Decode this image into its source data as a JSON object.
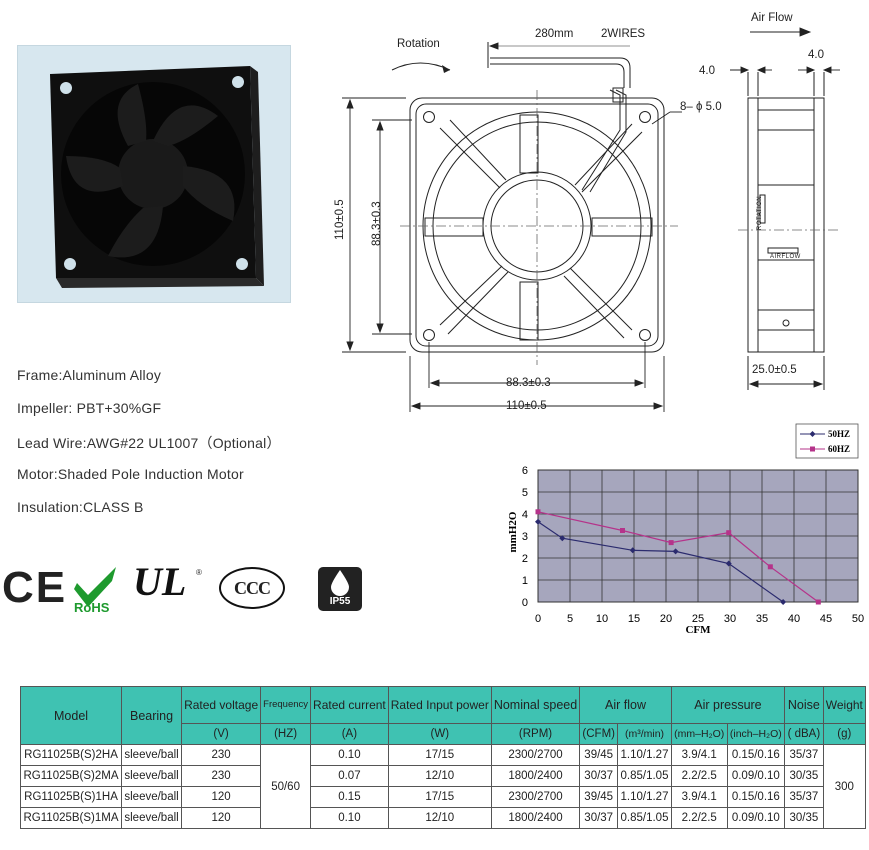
{
  "specs": [
    "Frame:Aluminum Alloy",
    "Impeller: PBT+30%GF",
    "Lead Wire:AWG#22 UL1007（Optional）",
    "Motor:Shaded Pole Induction Motor",
    "Insulation:CLASS B"
  ],
  "certs": {
    "ce": "CE",
    "rohs": "RoHS",
    "ul": "UL",
    "ccc": "CCC",
    "ip": "IP55"
  },
  "drawing": {
    "rotation": "Rotation",
    "wire_length": "280mm",
    "wires": "2WIRES",
    "air_flow": "Air Flow",
    "hole": "8– ϕ 5.0",
    "dim_left_outer": "110±0.5",
    "dim_left_inner": "88.3±0.3",
    "dim_bottom_inner": "88.3±0.3",
    "dim_bottom_outer": "110±0.5",
    "side_thk_left": "4.0",
    "side_thk_right": "4.0",
    "side_depth": "25.0±0.5",
    "side_rotation": "ROTATION",
    "side_airflow": "AIRFLOW"
  },
  "chart_data": {
    "type": "line",
    "ylabel": "mmH2O",
    "xlabel": "CFM",
    "xlim": [
      0,
      50
    ],
    "ylim": [
      0,
      6
    ],
    "x_ticks": [
      "0",
      "5",
      "10",
      "15",
      "20",
      "25",
      "30",
      "35",
      "40",
      "45",
      "50"
    ],
    "y_ticks": [
      "0",
      "1",
      "2",
      "3",
      "4",
      "5",
      "6"
    ],
    "legend_position": "top-right",
    "series": [
      {
        "name": "50HZ",
        "color": "#2b2b6e",
        "marker": "diamond",
        "x": [
          0,
          3.8,
          14.8,
          21.5,
          29.8,
          38.3
        ],
        "y": [
          3.65,
          2.9,
          2.35,
          2.3,
          1.75,
          0
        ]
      },
      {
        "name": "60HZ",
        "color": "#b5338a",
        "marker": "square",
        "x": [
          0,
          13.2,
          20.8,
          29.8,
          36.3,
          43.8
        ],
        "y": [
          4.1,
          3.25,
          2.7,
          3.15,
          1.6,
          0
        ]
      }
    ]
  },
  "table": {
    "headers1": [
      "Model",
      "Bearing",
      "Rated voltage",
      "Frequency",
      "Rated current",
      "Rated Input power",
      "Nominal speed",
      "Air flow",
      "Air pressure",
      "Noise",
      "Weight"
    ],
    "headers2": [
      "(V)",
      "(HZ)",
      "(A)",
      "(W)",
      "(RPM)",
      "(CFM)",
      "(m³/min)",
      "(mm–H₂O)",
      "(inch–H₂O)",
      "( dBA)",
      "(g)"
    ],
    "frequency": "50/60",
    "weight": "300",
    "rows": [
      {
        "model": "RG11025B(S)2HA",
        "bearing": "sleeve/ball",
        "voltage": "230",
        "current": "0.10",
        "power": "17/15",
        "speed": "2300/2700",
        "cfm": "39/45",
        "m3": "1.10/1.27",
        "mm": "3.9/4.1",
        "inch": "0.15/0.16",
        "noise": "35/37"
      },
      {
        "model": "RG11025B(S)2MA",
        "bearing": "sleeve/ball",
        "voltage": "230",
        "current": "0.07",
        "power": "12/10",
        "speed": "1800/2400",
        "cfm": "30/37",
        "m3": "0.85/1.05",
        "mm": "2.2/2.5",
        "inch": "0.09/0.10",
        "noise": "30/35"
      },
      {
        "model": "RG11025B(S)1HA",
        "bearing": "sleeve/ball",
        "voltage": "120",
        "current": "0.15",
        "power": "17/15",
        "speed": "2300/2700",
        "cfm": "39/45",
        "m3": "1.10/1.27",
        "mm": "3.9/4.1",
        "inch": "0.15/0.16",
        "noise": "35/37"
      },
      {
        "model": "RG11025B(S)1MA",
        "bearing": "sleeve/ball",
        "voltage": "120",
        "current": "0.10",
        "power": "12/10",
        "speed": "1800/2400",
        "cfm": "30/37",
        "m3": "0.85/1.05",
        "mm": "2.2/2.5",
        "inch": "0.09/0.10",
        "noise": "30/35"
      }
    ]
  }
}
